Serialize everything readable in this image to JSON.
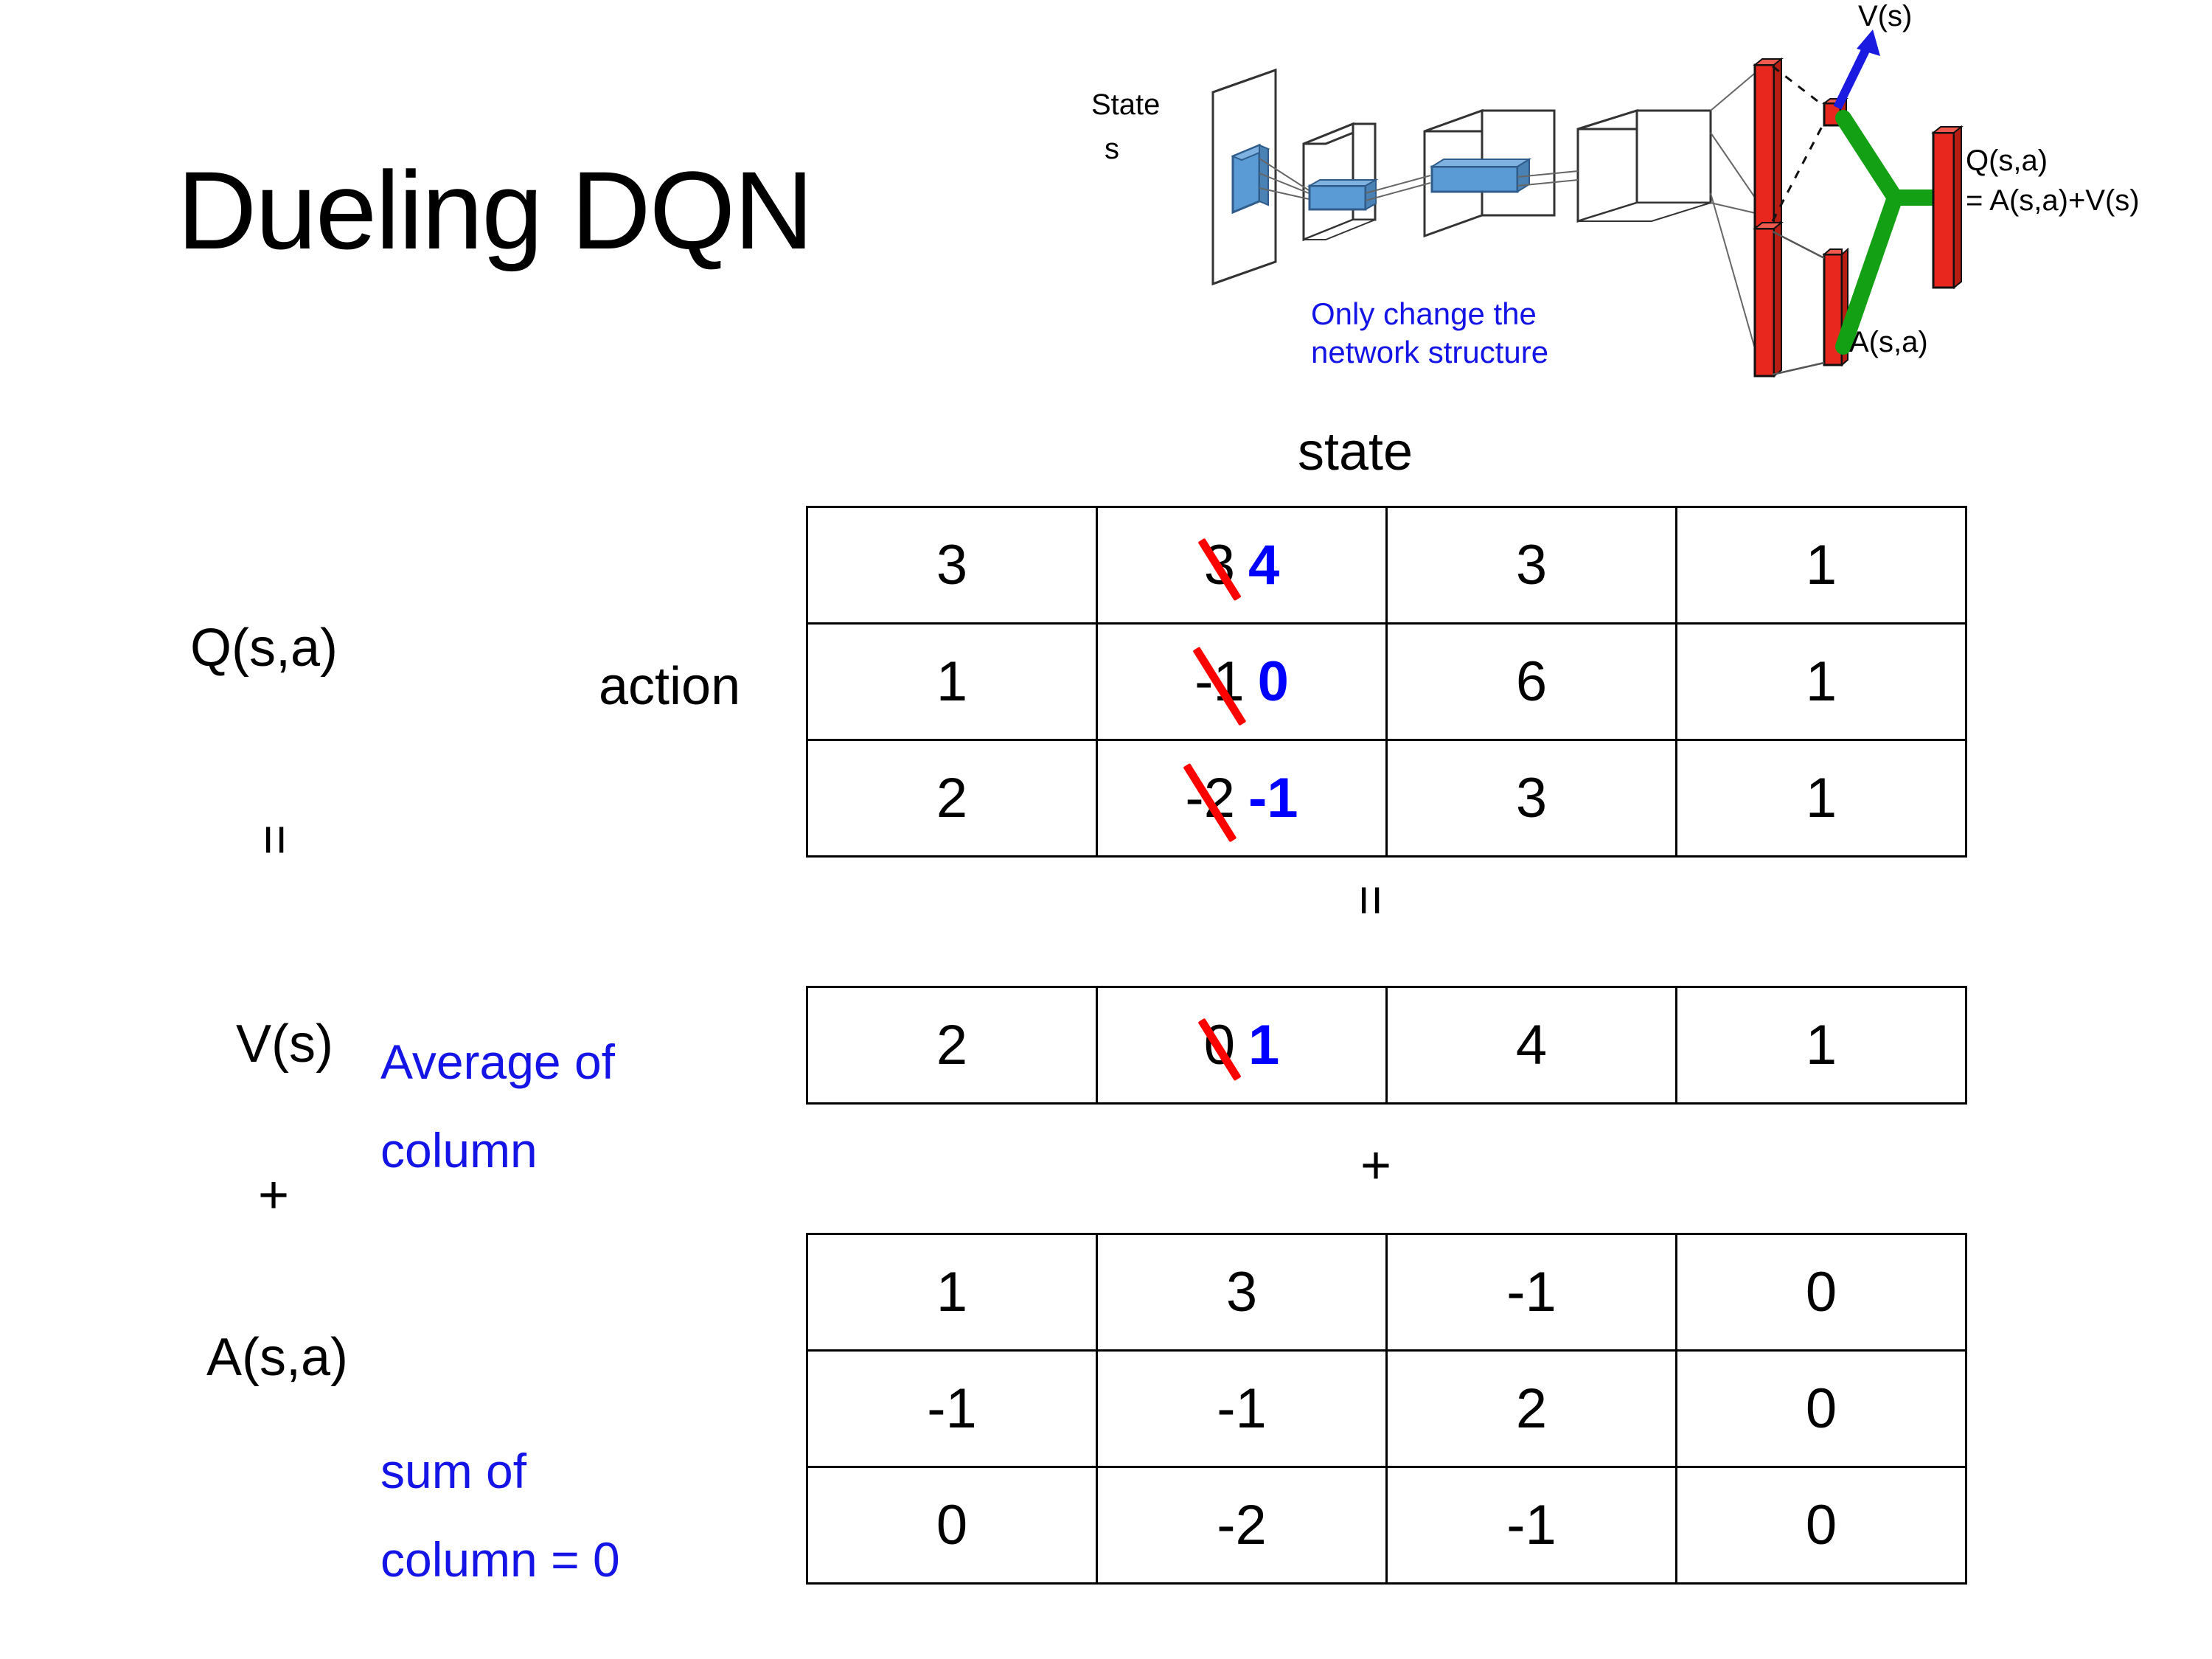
{
  "title": "Dueling DQN",
  "diagram": {
    "input_label_line1": "State",
    "input_label_line2": "s",
    "note": "Only change the\nnetwork structure",
    "note_line1": "Only change the",
    "note_line2": "network structure",
    "value_label": "V(s)",
    "advantage_label": "A(s,a)",
    "output_label_line1": "Q(s,a)",
    "output_label_line2": "= A(s,a)+V(s)",
    "colors": {
      "note_blue": "#1414e6",
      "arrow_blue": "#1a1ae0",
      "bar_red": "#e8281e",
      "merge_green": "#14a014",
      "layer_blue": "#5b9bd5"
    }
  },
  "axis": {
    "columns_label": "state",
    "rows_label": "action"
  },
  "labels": {
    "q": "Q(s,a)",
    "v": "V(s)",
    "a": "A(s,a)",
    "equals_q_to_v": "=",
    "equals_between_tables": "=",
    "plus_left": "+",
    "plus_between_tables": "+",
    "v_note_line1": "Average of",
    "v_note_line2": "column",
    "a_note_line1": "sum of",
    "a_note_line2": "column = 0",
    "note_color": "#0000ff"
  },
  "chart_data": {
    "type": "table",
    "title": "Dueling DQN  Q(s,a) = V(s) + A(s,a)",
    "xlabel": "state",
    "ylabel": "action",
    "tables": [
      {
        "name": "Q(s,a)",
        "rows": 3,
        "cols": 4,
        "values": [
          [
            "3",
            "3",
            "3",
            "1"
          ],
          [
            "1",
            "-1",
            "6",
            "1"
          ],
          [
            "2",
            "-2",
            "3",
            "1"
          ]
        ],
        "edits": [
          {
            "row": 0,
            "col": 1,
            "old": "3",
            "new": "4"
          },
          {
            "row": 1,
            "col": 1,
            "old": "-1",
            "new": "0"
          },
          {
            "row": 2,
            "col": 1,
            "old": "-2",
            "new": "-1"
          }
        ]
      },
      {
        "name": "V(s)",
        "rows": 1,
        "cols": 4,
        "values": [
          [
            "2",
            "0",
            "4",
            "1"
          ]
        ],
        "edits": [
          {
            "row": 0,
            "col": 1,
            "old": "0",
            "new": "1"
          }
        ]
      },
      {
        "name": "A(s,a)",
        "rows": 3,
        "cols": 4,
        "values": [
          [
            "1",
            "3",
            "-1",
            "0"
          ],
          [
            "-1",
            "-1",
            "2",
            "0"
          ],
          [
            "0",
            "-2",
            "-1",
            "0"
          ]
        ],
        "edits": []
      }
    ]
  },
  "q_table": {
    "r0c0": "3",
    "r0c1_old": "3",
    "r0c1_new": "4",
    "r0c2": "3",
    "r0c3": "1",
    "r1c0": "1",
    "r1c1_old": "-1",
    "r1c1_new": "0",
    "r1c2": "6",
    "r1c3": "1",
    "r2c0": "2",
    "r2c1_old": "-2",
    "r2c1_new": "-1",
    "r2c2": "3",
    "r2c3": "1"
  },
  "v_table": {
    "r0c0": "2",
    "r0c1_old": "0",
    "r0c1_new": "1",
    "r0c2": "4",
    "r0c3": "1"
  },
  "a_table": {
    "r0c0": "1",
    "r0c1": "3",
    "r0c2": "-1",
    "r0c3": "0",
    "r1c0": "-1",
    "r1c1": "-1",
    "r1c2": "2",
    "r1c3": "0",
    "r2c0": "0",
    "r2c1": "-2",
    "r2c2": "-1",
    "r2c3": "0"
  }
}
